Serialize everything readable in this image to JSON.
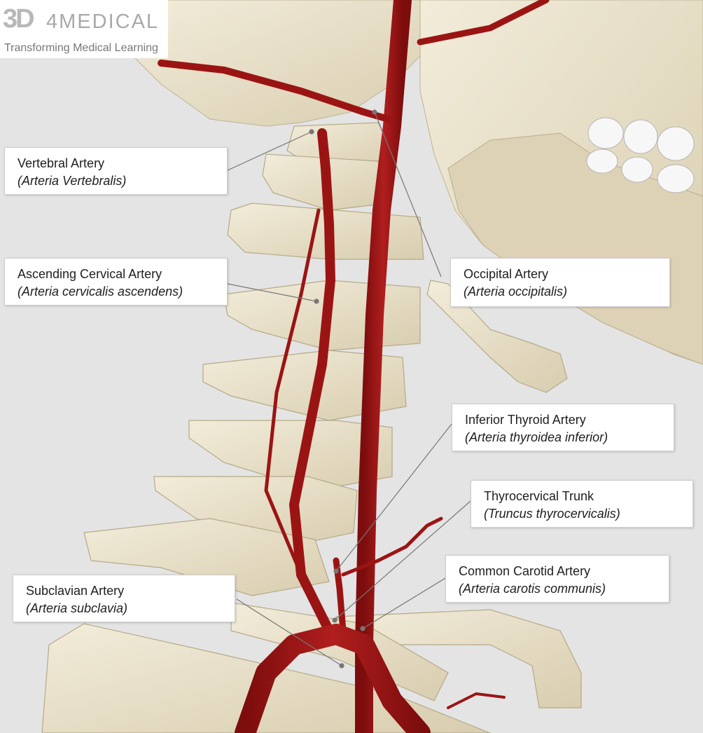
{
  "logo": {
    "mark": "3D",
    "brand": "4MEDICAL",
    "tagline": "Transforming Medical Learning"
  },
  "colors": {
    "background": "#e4e4e4",
    "bone": "#e6dcc4",
    "artery": "#9b1414",
    "leader_line": "#777777"
  },
  "labels": [
    {
      "id": "vertebral",
      "common": "Vertebral Artery",
      "latin": "(Arteria Vertebralis)"
    },
    {
      "id": "ascending-cervical",
      "common": "Ascending Cervical Artery",
      "latin": "(Arteria cervicalis ascendens)"
    },
    {
      "id": "occipital",
      "common": "Occipital Artery",
      "latin": "(Arteria occipitalis)"
    },
    {
      "id": "inferior-thyroid",
      "common": "Inferior Thyroid Artery",
      "latin": "(Arteria thyroidea inferior)"
    },
    {
      "id": "thyrocervical",
      "common": "Thyrocervical Trunk",
      "latin": "(Truncus thyrocervicalis)"
    },
    {
      "id": "common-carotid",
      "common": "Common Carotid Artery",
      "latin": "(Arteria carotis communis)"
    },
    {
      "id": "subclavian",
      "common": "Subclavian Artery",
      "latin": "(Arteria subclavia)"
    }
  ]
}
